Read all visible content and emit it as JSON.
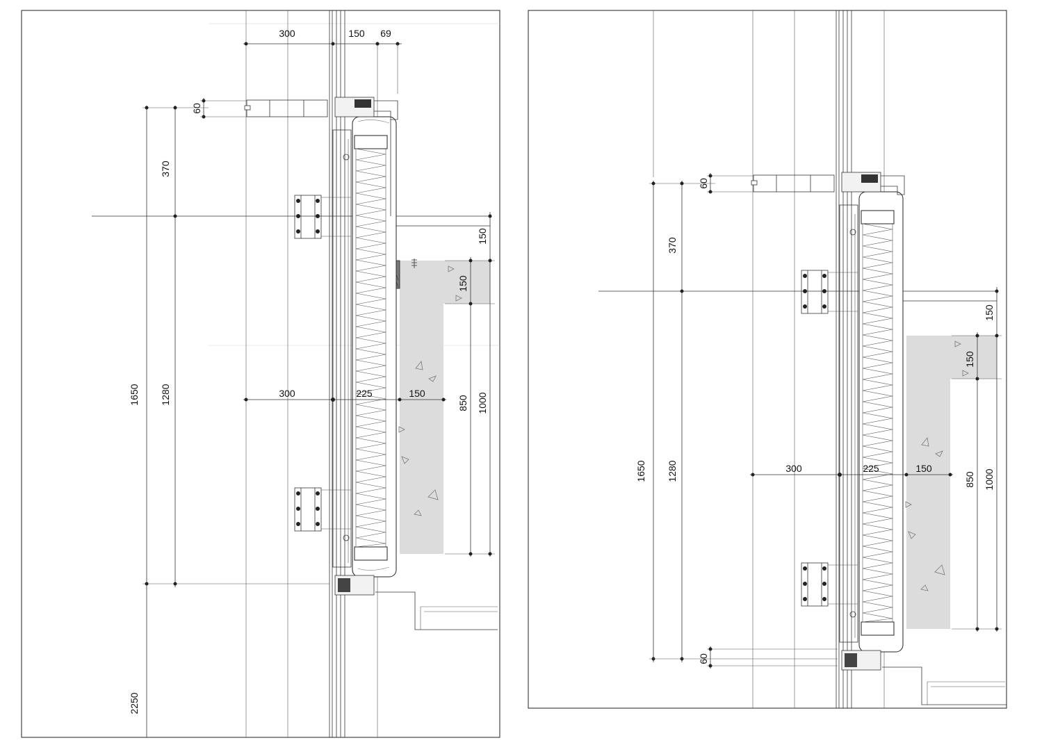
{
  "sheets": [
    {
      "id": "left",
      "labels": {
        "top_300": "300",
        "top_150": "150",
        "top_69": "69",
        "head_60": "60",
        "h370": "370",
        "h1280": "1280",
        "h1650": "1650",
        "h2250": "2250",
        "slab_150": "150",
        "beam_150": "150",
        "mid_300": "300",
        "mid_225": "225",
        "mid_150": "150",
        "h850": "850",
        "h1000": "1000"
      }
    },
    {
      "id": "right",
      "labels": {
        "head_60": "60",
        "h370": "370",
        "h1280": "1280",
        "h1650": "1650",
        "slab_150": "150",
        "beam_150": "150",
        "mid_300": "300",
        "mid_225": "225",
        "mid_150": "150",
        "h850": "850",
        "h1000": "1000",
        "sill_60": "60"
      }
    }
  ]
}
